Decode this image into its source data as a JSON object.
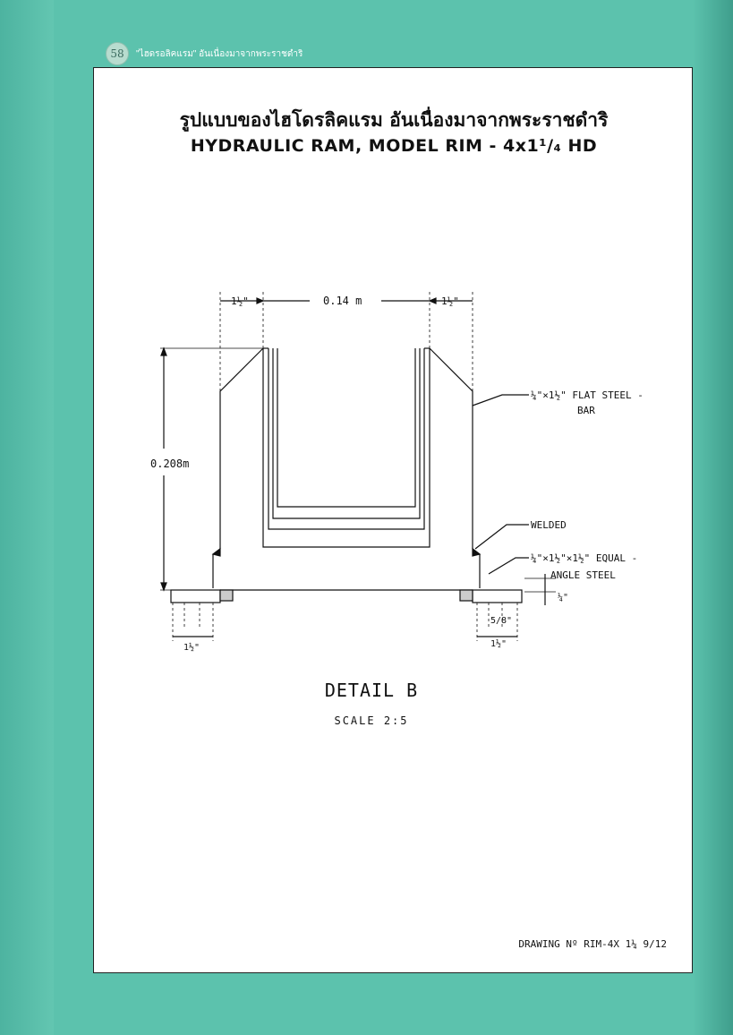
{
  "header": {
    "page_number": "58",
    "running_title": "\"ไฮดรอลิคแรม\" อันเนื่องมาจากพระราชดำริ"
  },
  "title": {
    "thai": "รูปแบบของไฮโดรลิคแรม อันเนื่องมาจากพระราชดำริ",
    "english": "HYDRAULIC RAM, MODEL RIM - 4x1¹/₄ HD"
  },
  "drawing": {
    "dim_width": "0.14 m",
    "dim_side_left": "1½\"",
    "dim_side_right": "1½\"",
    "dim_height": "0.208m",
    "label_flat_bar_line1": "¼\"×1½\" FLAT STEEL -",
    "label_flat_bar_line2": "BAR",
    "label_welded": "WELDED",
    "label_angle_line1": "¼\"×1½\"×1½\" EQUAL -",
    "label_angle_line2": "ANGLE STEEL",
    "dim_angle_thick": "¼\"",
    "dim_hole": "5/8\"",
    "dim_base_left": "1½\"",
    "dim_base_right": "1½\""
  },
  "detail_title": "DETAIL  B",
  "scale": "SCALE  2:5",
  "drawing_number": "DRAWING Nº RIM-4X 1¼ 9/12",
  "colors": {
    "cover": "#5cc2ad",
    "paper": "#ffffff",
    "ink": "#111111"
  }
}
